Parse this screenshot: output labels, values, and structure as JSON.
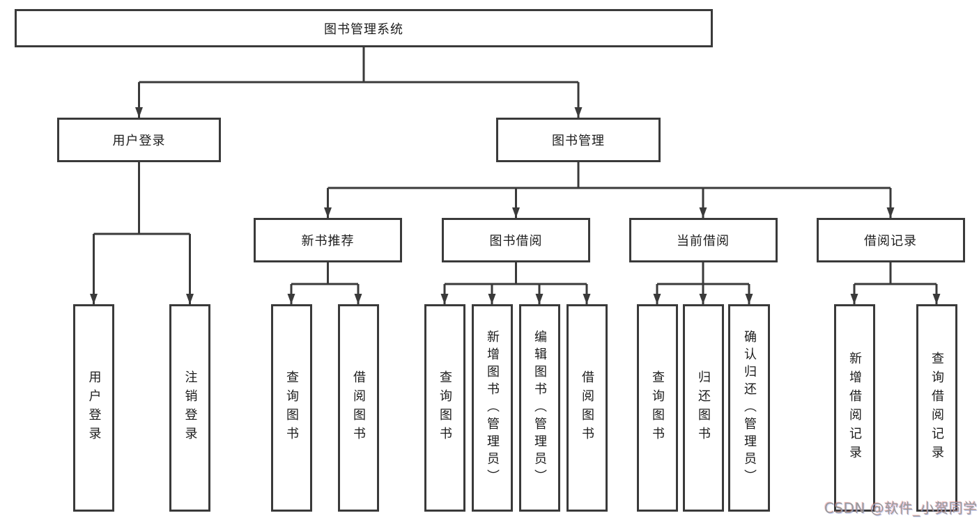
{
  "diagram": {
    "type": "hierarchy",
    "watermark": "CSDN @软件_小贺同学",
    "colors": {
      "background": "#ffffff",
      "line": "#3a3a3a",
      "box_border": "#3a3a3a",
      "box_fill": "#ffffff",
      "text": "#1c1c1c",
      "watermark": "#9a9a9a"
    },
    "nodes": {
      "root": {
        "label": "图书管理系统"
      },
      "user_login": {
        "label": "用户登录"
      },
      "book_mgmt": {
        "label": "图书管理"
      },
      "new_book_rec": {
        "label": "新书推荐"
      },
      "book_borrow": {
        "label": "图书借阅"
      },
      "current_borrow": {
        "label": "当前借阅"
      },
      "borrow_records": {
        "label": "借阅记录"
      },
      "leaf_user_login": {
        "label": "用户登录"
      },
      "leaf_logout": {
        "label": "注销登录"
      },
      "leaf_rec_query_books": {
        "label": "查询图书"
      },
      "leaf_rec_borrow_books": {
        "label": "借阅图书"
      },
      "leaf_bb_query_books": {
        "label": "查询图书"
      },
      "leaf_bb_add_books": {
        "label": "新增图书（管理员）"
      },
      "leaf_bb_edit_books": {
        "label": "编辑图书（管理员）"
      },
      "leaf_bb_borrow_books": {
        "label": "借阅图书"
      },
      "leaf_cb_query_books": {
        "label": "查询图书"
      },
      "leaf_cb_return_books": {
        "label": "归还图书"
      },
      "leaf_cb_confirm_return": {
        "label": "确认归还（管理员）"
      },
      "leaf_br_add_record": {
        "label": "新增借阅记录"
      },
      "leaf_br_query_record": {
        "label": "查询借阅记录"
      }
    },
    "hierarchy": {
      "图书管理系统": {
        "用户登录": [
          "用户登录",
          "注销登录"
        ],
        "图书管理": {
          "新书推荐": [
            "查询图书",
            "借阅图书"
          ],
          "图书借阅": [
            "查询图书",
            "新增图书（管理员）",
            "编辑图书（管理员）",
            "借阅图书"
          ],
          "当前借阅": [
            "查询图书",
            "归还图书",
            "确认归还（管理员）"
          ],
          "借阅记录": [
            "新增借阅记录",
            "查询借阅记录"
          ]
        }
      }
    }
  }
}
